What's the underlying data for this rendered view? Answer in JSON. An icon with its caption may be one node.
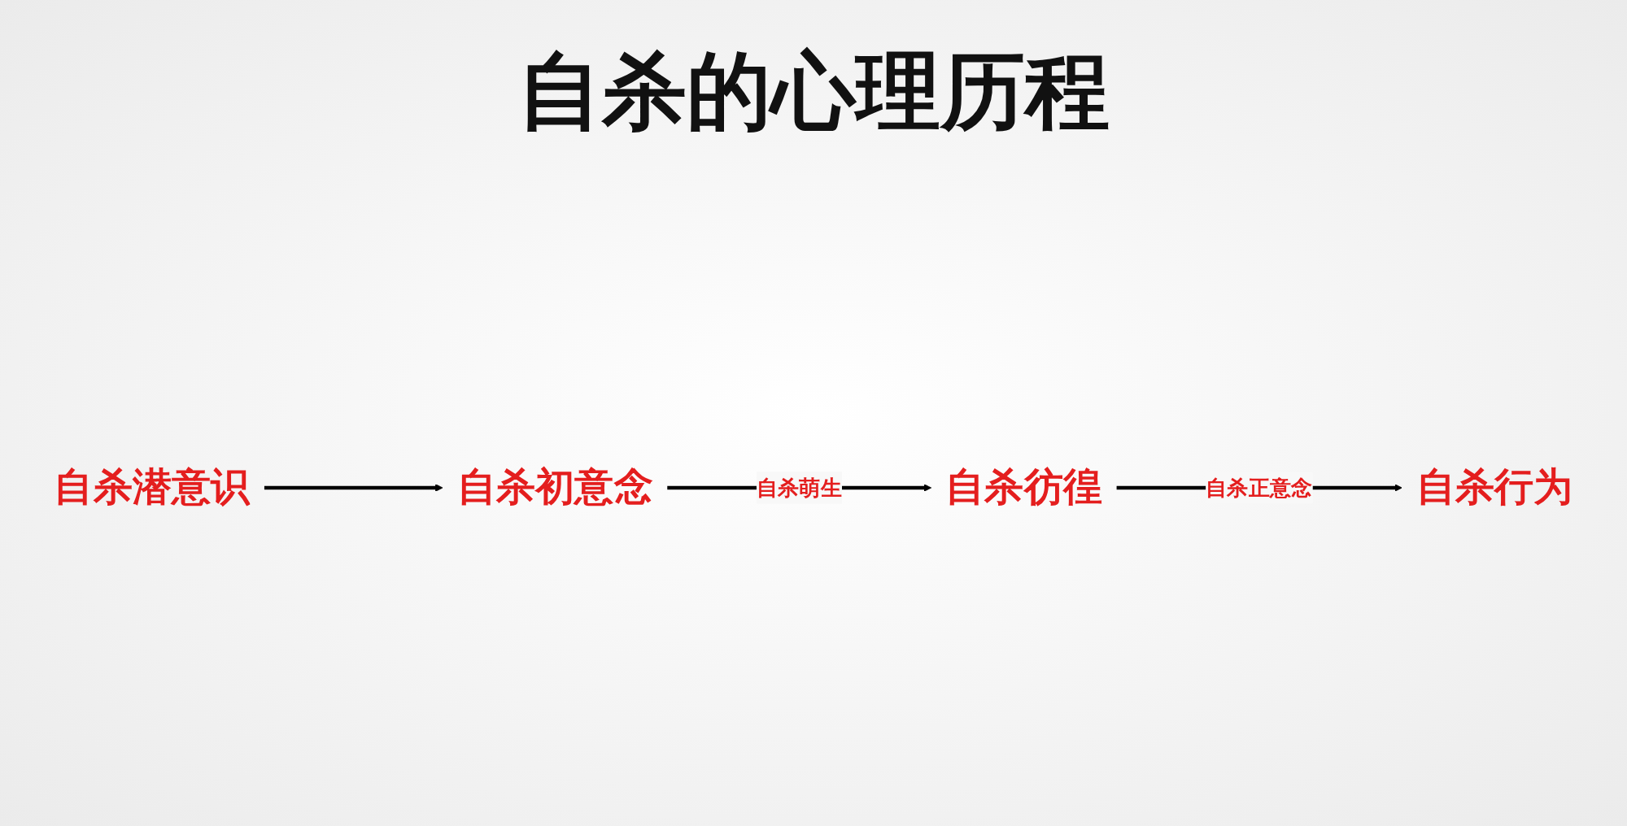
{
  "diagram": {
    "title": "自杀的心理历程",
    "nodes": [
      {
        "text": [
          "自杀潜意识"
        ]
      },
      {
        "text": [
          "自杀初意念"
        ]
      },
      {
        "text": [
          "自杀彷徨"
        ]
      },
      {
        "text": [
          "自杀行为"
        ]
      }
    ],
    "edges": [
      {
        "from": 0,
        "to": 1,
        "arrow": "to"
      },
      {
        "from": 1,
        "to": 2,
        "arrow": "to",
        "label": "自杀萌生"
      },
      {
        "from": 2,
        "to": 3,
        "arrow": "to",
        "label": "自杀正意念"
      }
    ]
  }
}
